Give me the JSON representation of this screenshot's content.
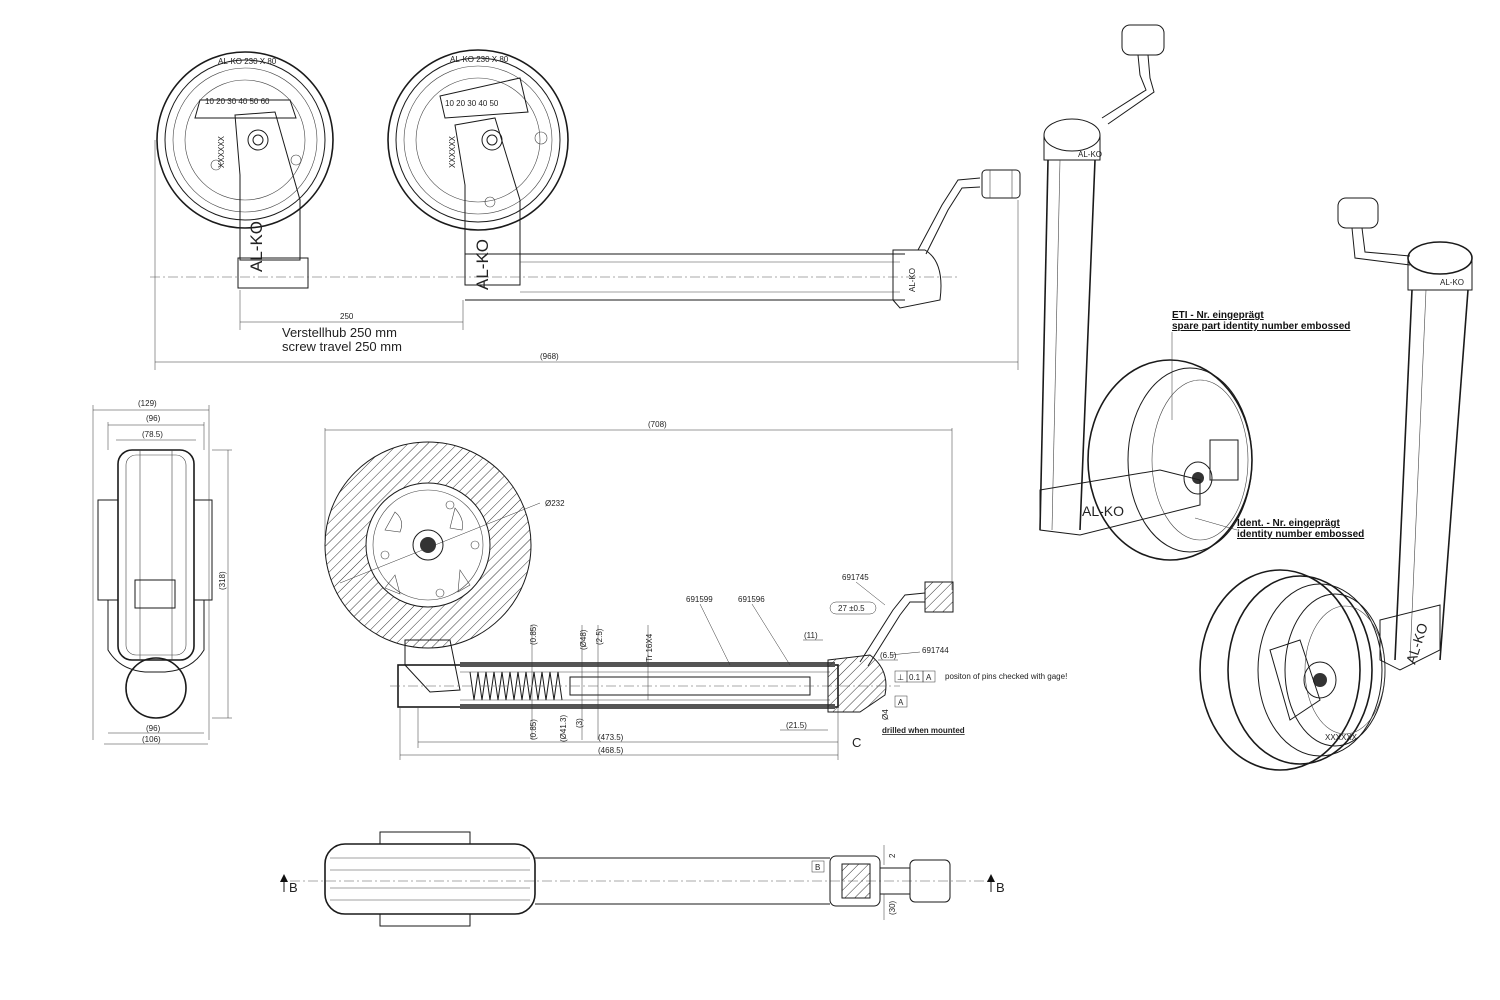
{
  "brand": {
    "logo": "AL-KO",
    "tyre": "AL-KO 230 X 80"
  },
  "top_view": {
    "travel_de": "Verstellhub 250 mm",
    "travel_en": "screw travel 250 mm",
    "dim_travel": "250",
    "dim_overall": "(968)"
  },
  "front_view": {
    "dims": {
      "d129": "(129)",
      "d96_top": "(96)",
      "d78": "(78.5)",
      "d318": "(318)",
      "d96_bot": "(96)",
      "d106": "(106)"
    }
  },
  "section_view": {
    "dims": {
      "d708": "(708)",
      "d232": "Ø232",
      "d27": "27 ±0.5",
      "d11": "(11)",
      "d6_5": "(6.5)",
      "d0_85_top": "(0.85)",
      "d48": "(Ø48)",
      "d2_5": "(2.5)",
      "tr16": "Tr 16X4",
      "d0_85_bot": "(0.85)",
      "d41_3": "(Ø41.3)",
      "d3": "(3)",
      "d21_5": "(21.5)",
      "d473_5": "(473.5)",
      "d468_5": "(468.5)",
      "d4": "Ø4",
      "tol": "0.1",
      "datum": "A"
    },
    "parts": [
      "691599",
      "691596",
      "691745",
      "691744"
    ],
    "note_pins": "positon of pins checked with gage!",
    "note_drilled": "drilled when mounted",
    "label_c": "C"
  },
  "bottom_view": {
    "section_mark": "B",
    "box_b": "B",
    "d2": "2",
    "d30": "(30)"
  },
  "callouts": {
    "eti_de": "ETI - Nr. eingeprägt",
    "eti_en": "spare part identity number embossed",
    "ident_de": "Ident. - Nr. eingeprägt",
    "ident_en": "identity number embossed"
  }
}
